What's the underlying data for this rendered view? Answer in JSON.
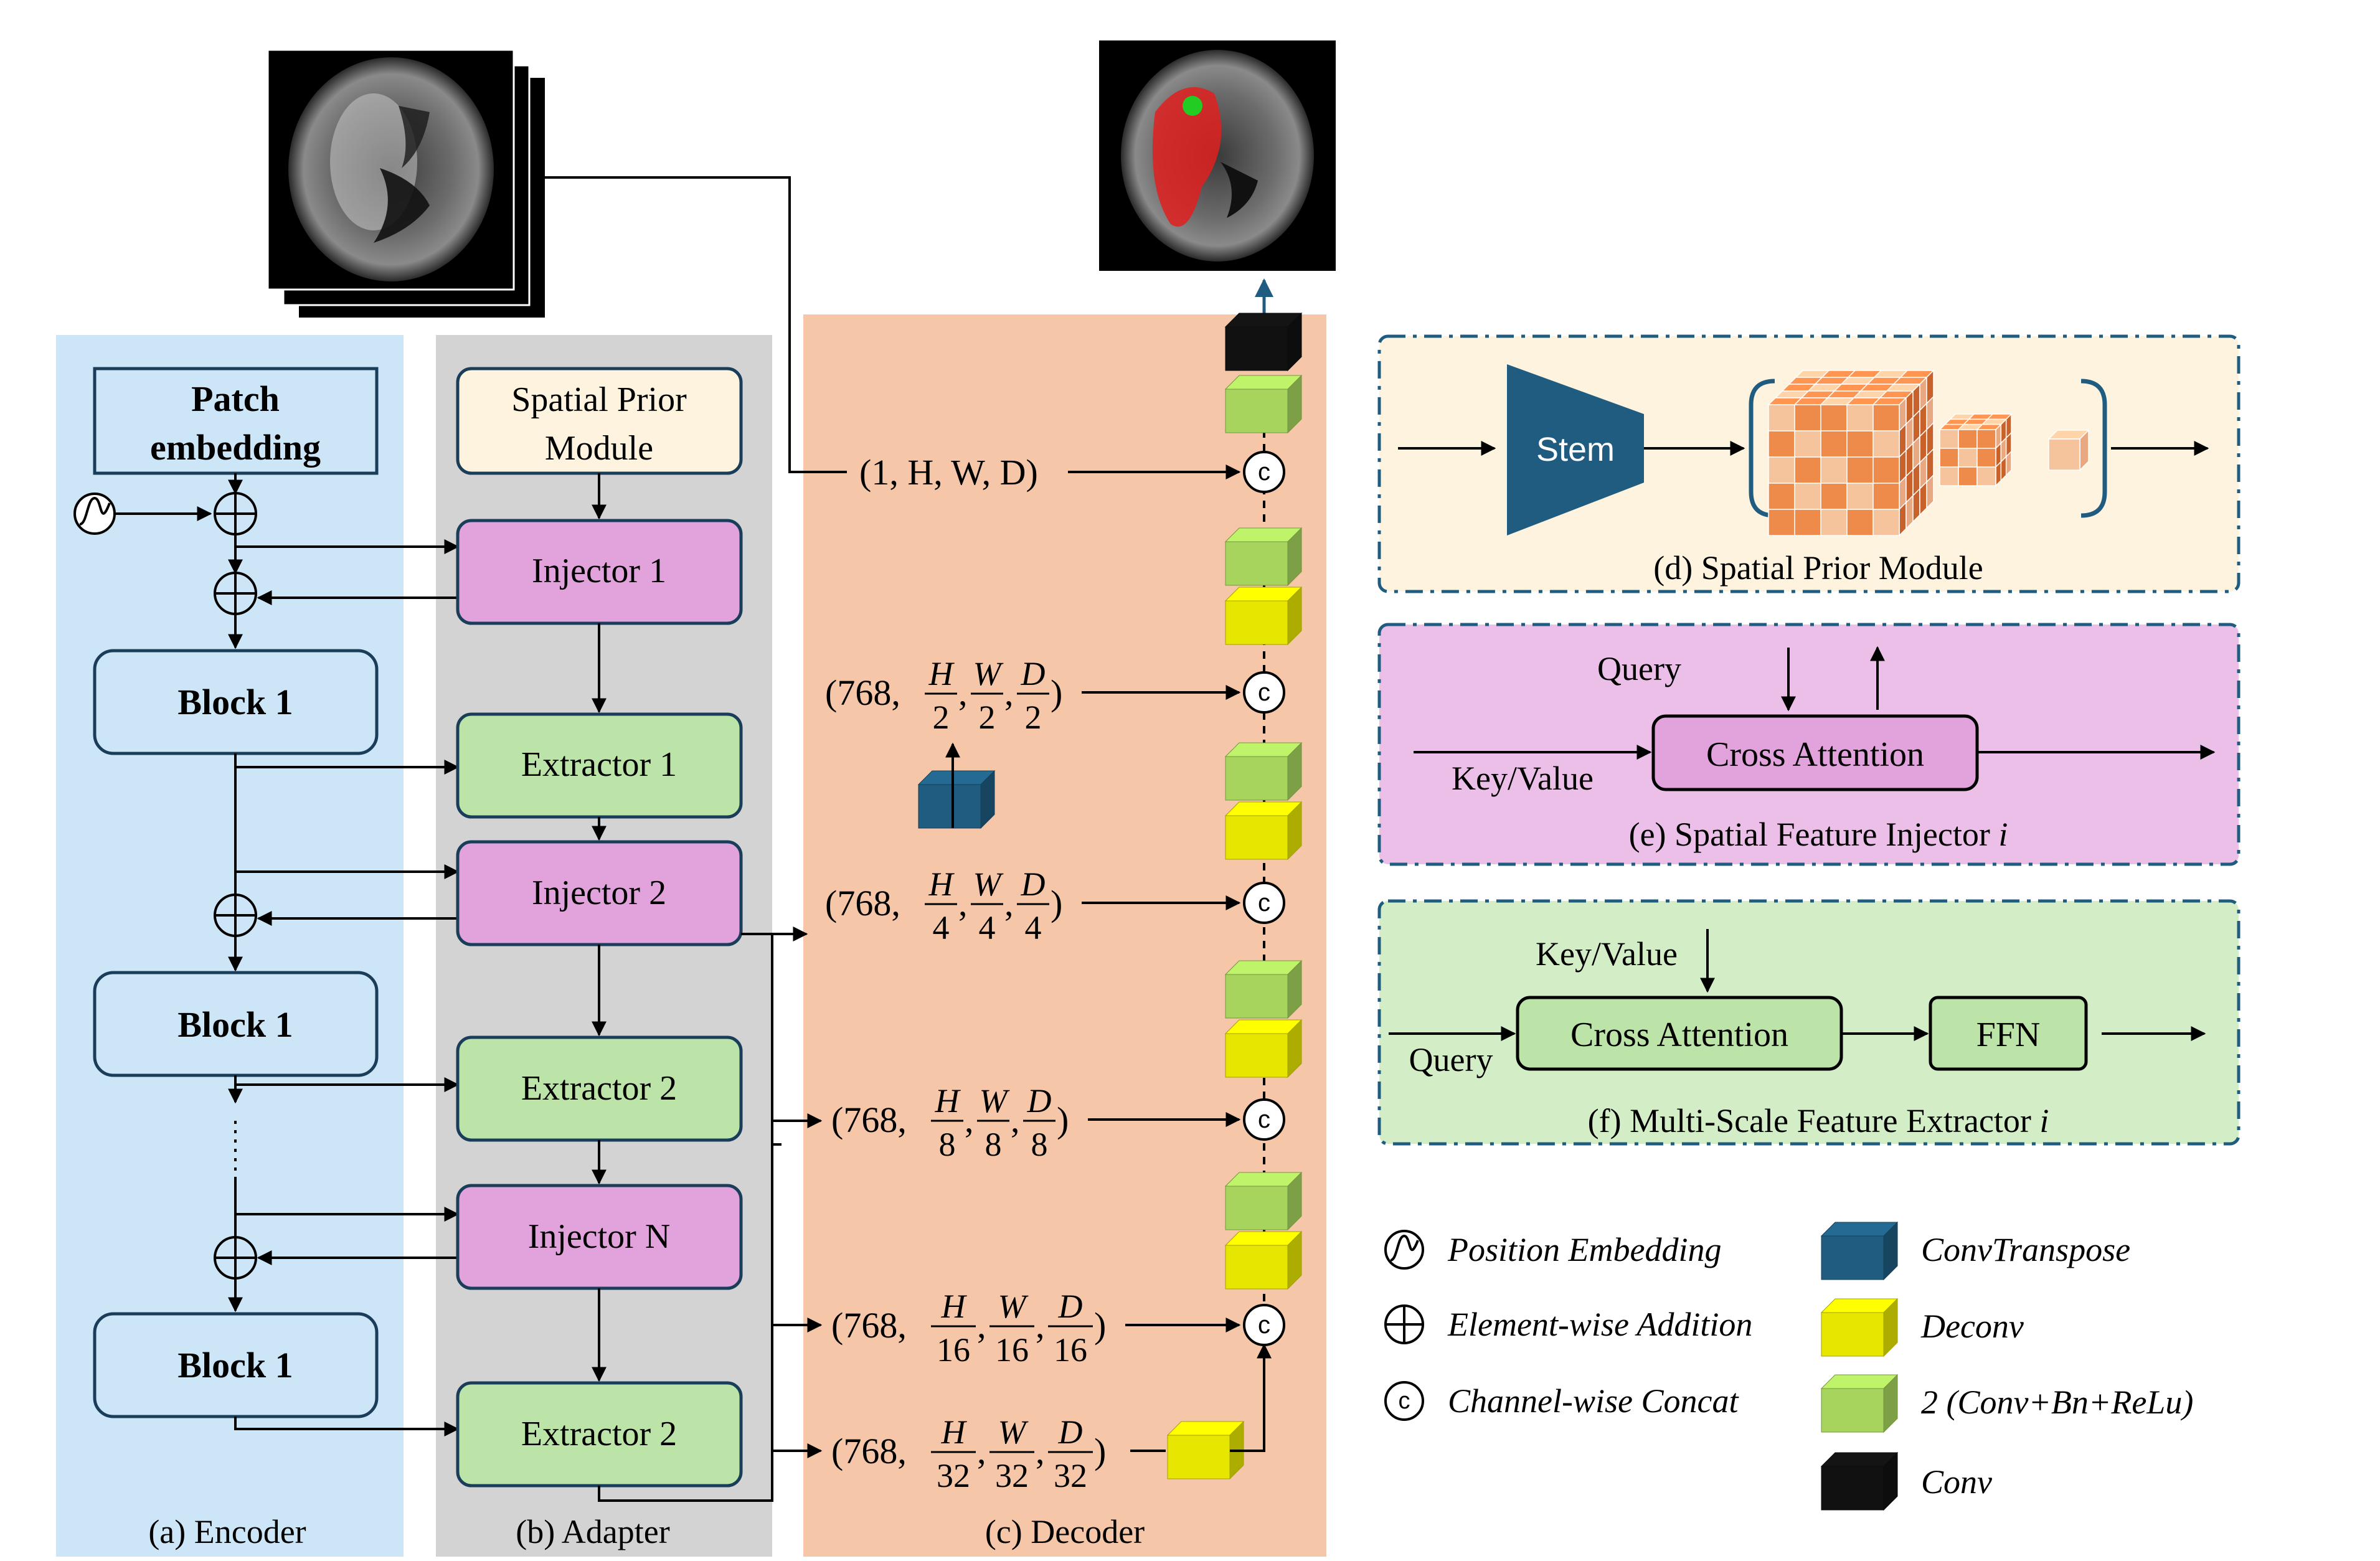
{
  "encoder": {
    "caption": "(a) Encoder",
    "patch_embedding": [
      "Patch",
      "embedding"
    ],
    "block_labels": [
      "Block 1",
      "Block 1",
      "Block 1"
    ]
  },
  "adapter": {
    "caption": "(b) Adapter",
    "spatial_prior_module": [
      "Spatial Prior",
      "Module"
    ],
    "modules": [
      "Injector 1",
      "Extractor 1",
      "Injector 2",
      "Extractor 2",
      "Injector N",
      "Extractor 2"
    ]
  },
  "decoder": {
    "caption": "(c) Decoder",
    "input_shape": "(1, H, W, D)",
    "shapes": [
      {
        "prefix": "(768,",
        "num": [
          "H",
          "W",
          "D"
        ],
        "den": "2"
      },
      {
        "prefix": "(768,",
        "num": [
          "H",
          "W",
          "D"
        ],
        "den": "4"
      },
      {
        "prefix": "(768,",
        "num": [
          "H",
          "W",
          "D"
        ],
        "den": "8"
      },
      {
        "prefix": "(768,",
        "num": [
          "H",
          "W",
          "D"
        ],
        "den": "16"
      },
      {
        "prefix": "(768,",
        "num": [
          "H",
          "W",
          "D"
        ],
        "den": "32"
      }
    ],
    "concat_symbol": "c"
  },
  "panel_d": {
    "stem": "Stem",
    "caption": "(d) Spatial Prior Module"
  },
  "panel_e": {
    "query": "Query",
    "key_value": "Key/Value",
    "block": "Cross Attention",
    "caption": "(e) Spatial Feature Injector ",
    "caption_var": "i"
  },
  "panel_f": {
    "key_value": "Key/Value",
    "query": "Query",
    "block": "Cross Attention",
    "ffn": "FFN",
    "caption": "(f) Multi-Scale Feature Extractor ",
    "caption_var": "i"
  },
  "legend": {
    "position_embedding": "Position Embedding",
    "element_addition": "Element-wise Addition",
    "channel_concat": "Channel-wise Concat",
    "conv_transpose": "ConvTranspose",
    "deconv": "Deconv",
    "conv_bn_relu": "2 (Conv+Bn+ReLu)",
    "conv": "Conv"
  },
  "colors": {
    "encoder_bg": "#cde6f7",
    "adapter_bg": "#d3d3d3",
    "decoder_bg": "#f5c6a8",
    "spm_bg": "#fdf3df",
    "injector": "#e2a3dc",
    "extractor": "#bde4a8",
    "cube_green": "#a6d45c",
    "cube_yellow": "#e6e600",
    "cube_blue": "#1f5c80",
    "cube_black": "#111111",
    "cube_orange": "#ee8a4a",
    "panel_e_bg": "#ecbfe8",
    "panel_f_bg": "#d3eec6"
  }
}
